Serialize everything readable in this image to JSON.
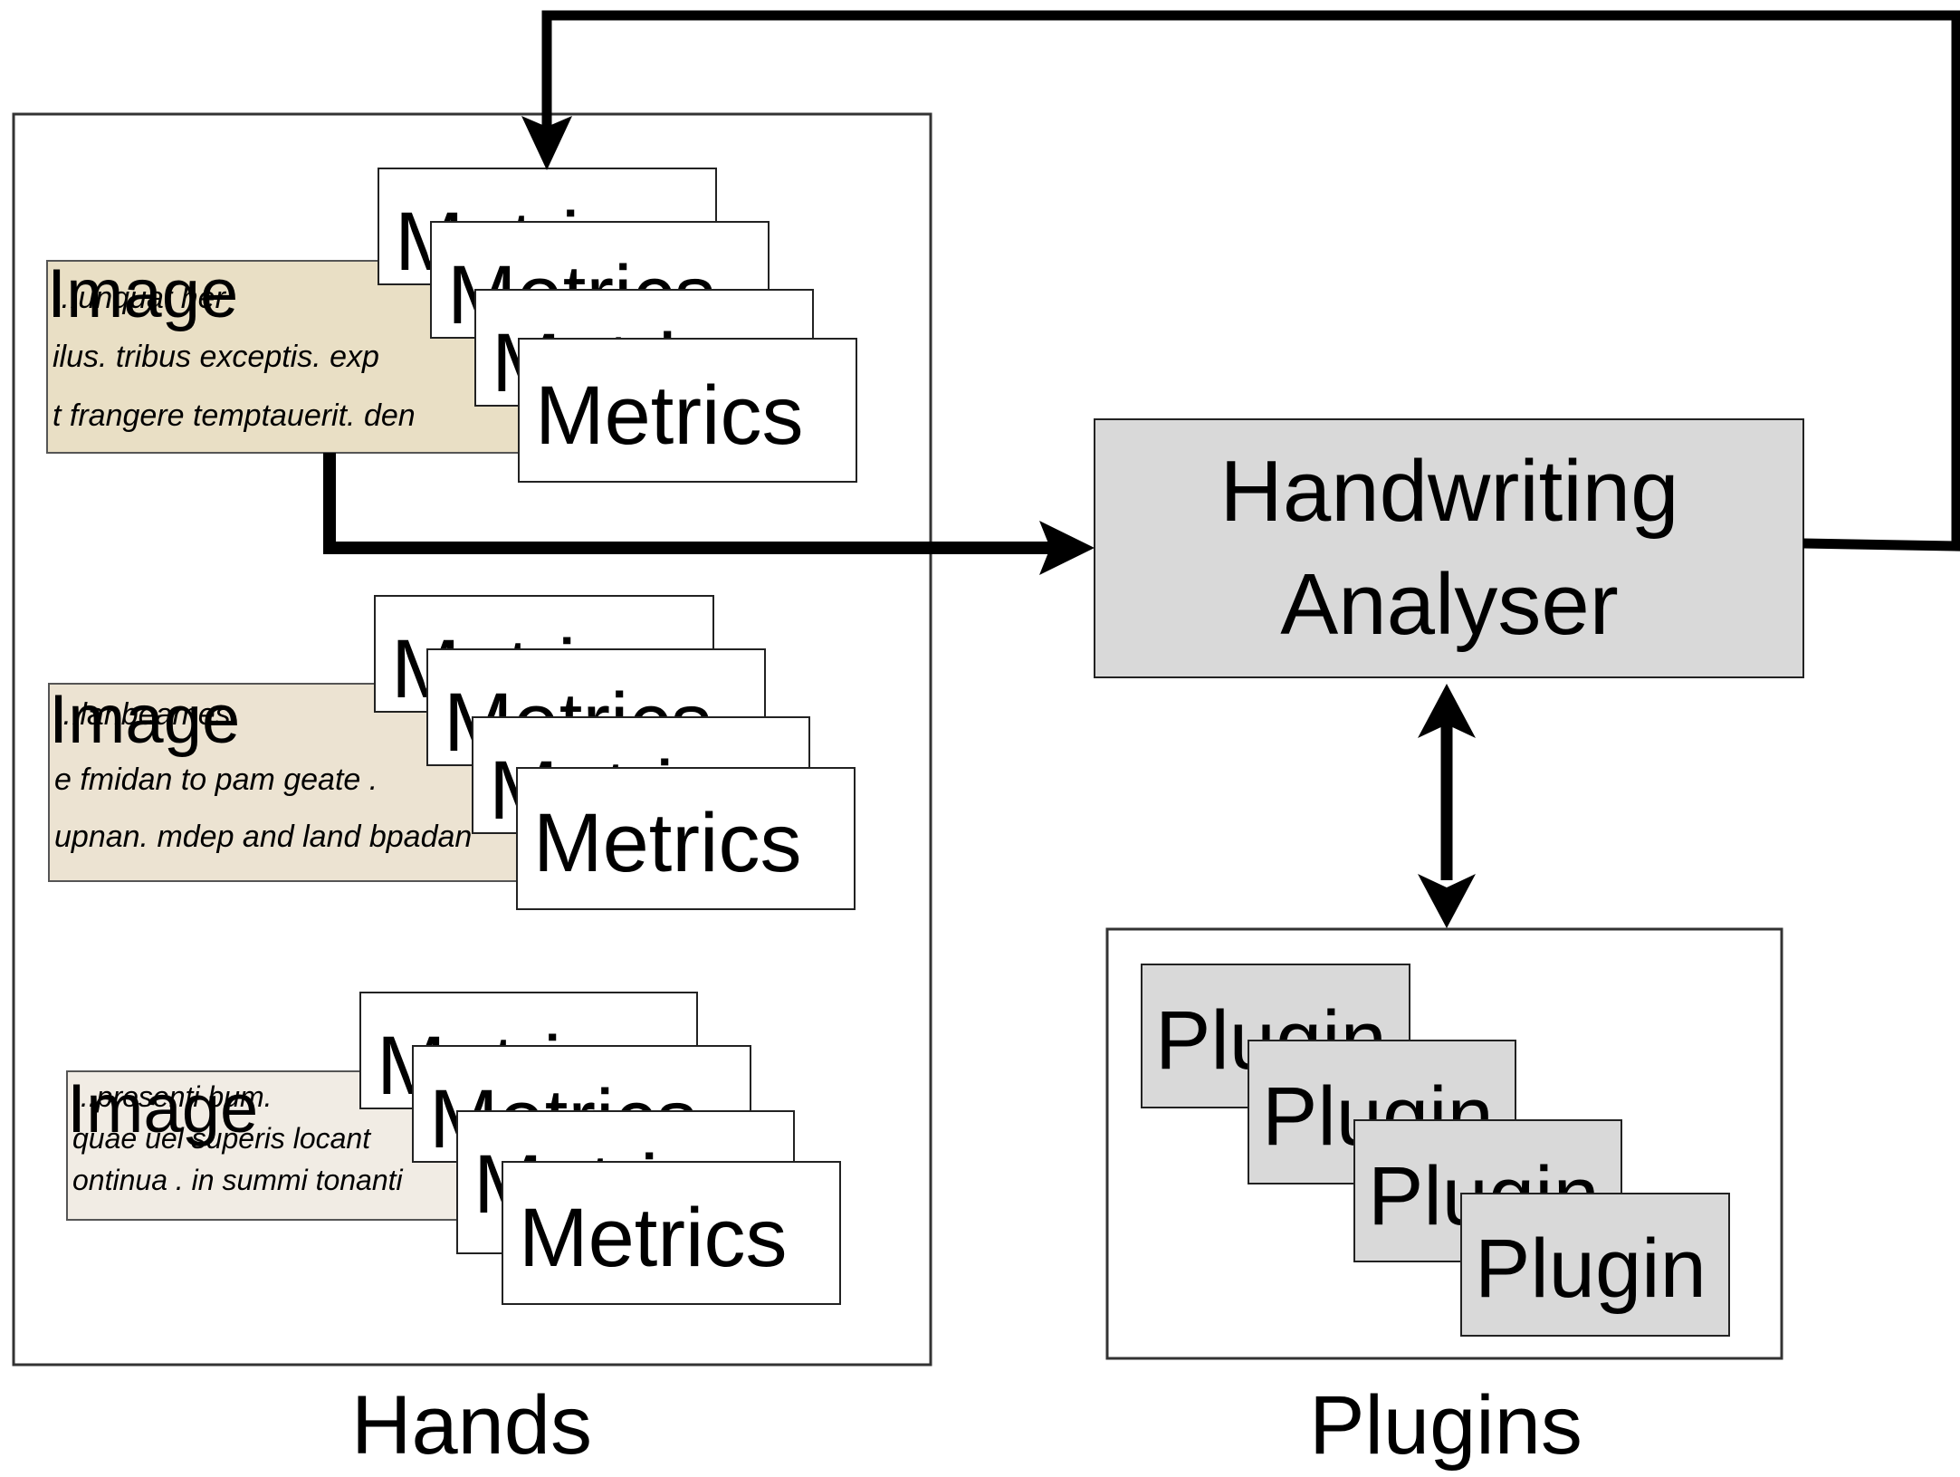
{
  "hands": {
    "caption": "Hands",
    "groups": [
      {
        "image_label": "Image",
        "manuscript_lines": [
          "...unquat her",
          "ilus. tribus exceptis. exp",
          "t frangere temptauerit. den"
        ],
        "metrics_label": "Metrics"
      },
      {
        "image_label": "Image",
        "manuscript_lines": [
          "...lanbeames",
          "e fmidan to pam geate .",
          "upnan. mdep and land bpadan"
        ],
        "metrics_label": "Metrics"
      },
      {
        "image_label": "Image",
        "manuscript_lines": [
          "...presenti bum.",
          "quae uel superis locant",
          "ontinua . in summi tonanti"
        ],
        "metrics_label": "Metrics"
      }
    ]
  },
  "analyser": {
    "line1": "Handwriting",
    "line2": "Analyser"
  },
  "plugins": {
    "caption": "Plugins",
    "plugin_label": "Plugin"
  },
  "colors": {
    "analyser_fill": "#d9d9d9",
    "plugin_fill": "#d9d9d9",
    "parchment_1": "#e9dfc5",
    "parchment_2": "#ece3d2",
    "parchment_3": "#f1ece4",
    "ink": "#3a2a1c",
    "stroke": "#000000"
  }
}
